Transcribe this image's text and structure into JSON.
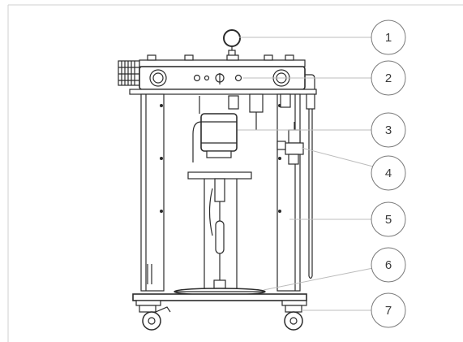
{
  "diagram": {
    "callouts": [
      {
        "label": "1"
      },
      {
        "label": "2"
      },
      {
        "label": "3"
      },
      {
        "label": "4"
      },
      {
        "label": "5"
      },
      {
        "label": "6"
      },
      {
        "label": "7"
      }
    ]
  }
}
